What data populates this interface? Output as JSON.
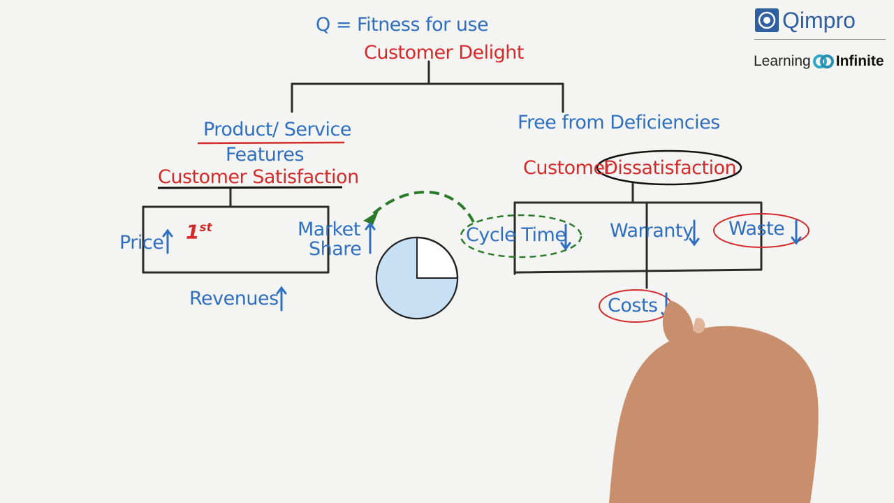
{
  "diagram": {
    "top": {
      "definition": "Q = Fitness for use",
      "subtitle": "Customer Delight"
    },
    "left": {
      "title_line1": "Product/ Service",
      "title_line2": "Features",
      "outcome": "Customer Satisfaction",
      "items": {
        "price": "Price",
        "rank": "1st",
        "rank_number": "1",
        "rank_suffix": "st",
        "market_line1": "Market",
        "market_line2": "Share"
      },
      "result": "Revenues"
    },
    "right": {
      "title": "Free from Deficiencies",
      "outcome_prefix": "Customer",
      "outcome_circled": "Dissatisfaction",
      "items": {
        "cycle_time": "Cycle Time",
        "warranty": "Warranty",
        "waste": "Waste"
      },
      "result": "Costs"
    },
    "pie_fraction": 0.75
  },
  "brand": {
    "name": "Qimpro",
    "tagline_left": "Learning",
    "tagline_right": "Infinite"
  },
  "colors": {
    "ink_blue": "#2f6fbf",
    "ink_red": "#d42a2a",
    "ink_black": "#222222",
    "dashed_green": "#2a7a2a",
    "pie_fill": "#c8e0f4"
  }
}
